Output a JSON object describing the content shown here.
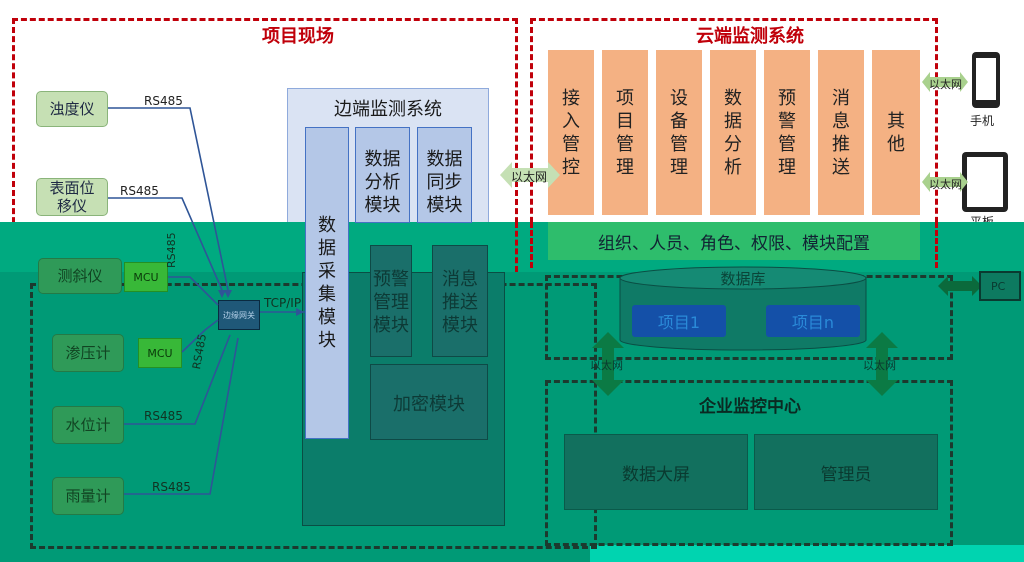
{
  "site": {
    "title": "项目现场"
  },
  "cloud": {
    "title": "云端监测系统"
  },
  "edge": {
    "title": "边端监测系统"
  },
  "enterprise": {
    "title": "企业监控中心"
  },
  "sensors": [
    "浊度仪",
    "表面位\n移仪",
    "测斜仪",
    "渗压计",
    "水位计",
    "雨量计"
  ],
  "links": {
    "rs485": "RS485",
    "tcpip": "TCP/IP",
    "ethernet": "以太网"
  },
  "mcu": "MCU",
  "gateway": "边缘网关",
  "edge_modules": {
    "collect": "数据采集模块",
    "analysis": "数据\n分析\n模块",
    "sync": "数据\n同步\n模块",
    "alarm": "预警\n管理\n模块",
    "push": "消息\n推送\n模块",
    "encrypt": "加密模块"
  },
  "cloud_modules": [
    "接\n入\n管\n控",
    "项\n目\n管\n理",
    "设\n备\n管\n理",
    "数\n据\n分\n析",
    "预\n警\n管\n理",
    "消\n息\n推\n送",
    "其\n他"
  ],
  "config": "组织、人员、角色、权限、模块配置",
  "database": {
    "title": "数据库",
    "items": [
      "项目1",
      "项目n"
    ]
  },
  "enterprise_items": [
    "数据大屏",
    "管理员"
  ],
  "devices": {
    "phone": "手机",
    "tablet": "平板",
    "pc": "PC"
  },
  "colors": {
    "dash_red": "#c0000a",
    "module_orange": "#f4b183",
    "module_blue": "#b4c7e7",
    "overlay_teal": "#00aa80"
  }
}
